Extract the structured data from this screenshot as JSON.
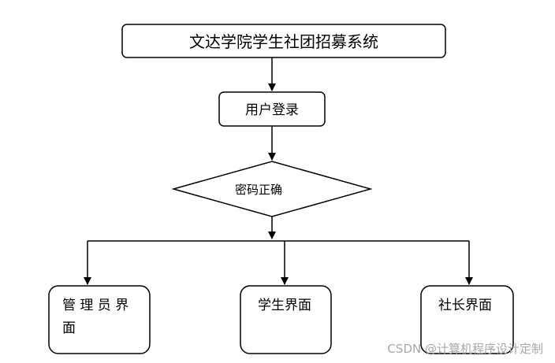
{
  "diagram": {
    "title": "文达学院学生社团招募系统",
    "login": "用户登录",
    "decision": "密码正确",
    "admin_line1": "管 理 员 界",
    "admin_line2": "面",
    "student": "学生界面",
    "president": "社长界面"
  },
  "watermark": "CSDN @计算机程序设计定制",
  "colors": {
    "stroke": "#000000",
    "background": "#ffffff",
    "watermark": "#a8a8a8"
  }
}
